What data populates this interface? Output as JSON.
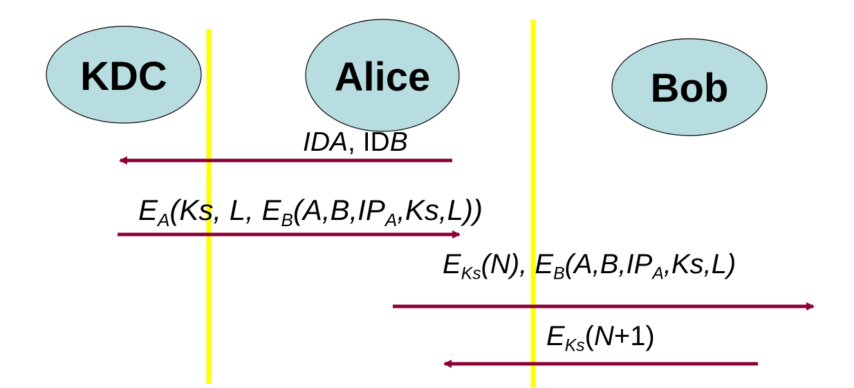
{
  "colors": {
    "node_fill": "#b8dde0",
    "node_stroke": "#000000",
    "divider": "#ffff00",
    "arrow": "#8b0036"
  },
  "nodes": {
    "kdc": "KDC",
    "alice": "Alice",
    "bob": "Bob"
  },
  "messages": {
    "m1": {
      "id_a": "IDA",
      "sep": ", ",
      "id_b_prefix": "ID",
      "id_b_suffix": "B"
    },
    "m2": {
      "e": "E",
      "e_sub": "A",
      "mid1": "(Ks, L, ",
      "e2": "E",
      "e2_sub": "B",
      "mid2": "(A,B,IP",
      "ip_sub": "A",
      "tail": ",Ks,L))"
    },
    "m3": {
      "e": "E",
      "e_sub": "Ks",
      "nonce": "(N), ",
      "e2": "E",
      "e2_sub": "B",
      "mid": "(A,B,IP",
      "ip_sub": "A",
      "tail": ",Ks,L)"
    },
    "m4": {
      "e": "E",
      "e_sub": "Ks",
      "open": "(",
      "n": "N",
      "plus": "+1)"
    }
  }
}
